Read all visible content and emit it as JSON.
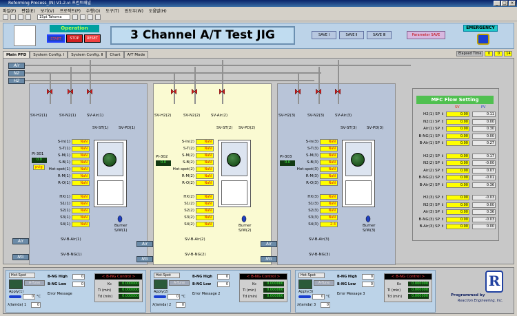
{
  "window": {
    "title": "Reforming Process_(N) V1.2.vi 프런트패널"
  },
  "menu": [
    "파일(F)",
    "편집(E)",
    "보기(V)",
    "프로젝트(P)",
    "수행(O)",
    "도구(T)",
    "윈도우(W)",
    "도움말(H)"
  ],
  "toolbar": {
    "font": "15pt Tahoma"
  },
  "header": {
    "operation": "Operation",
    "start": "START",
    "stop": "STOP",
    "reset": "RESET",
    "title": "3 Channel A/T Test JIG",
    "save1": "SAVE Ⅰ",
    "save2": "SAVE Ⅱ",
    "save3": "SAVE Ⅲ",
    "param_save": "Parameter SAVE",
    "emergency": "EMERGENCY"
  },
  "tabs": [
    "Main PFD",
    "System Config. Ⅰ",
    "System Config. Ⅱ",
    "Chart",
    "A/T Mode"
  ],
  "elapsed": {
    "label": "Elapsed Time",
    "h": "0",
    "m": "0",
    "s": "14"
  },
  "gases": {
    "air": "Air",
    "n2": "N2",
    "h2": "H2",
    "ng": "NG"
  },
  "channels": [
    {
      "sv_h2": "SV-H2(1)",
      "sv_n2": "SV-N2(1)",
      "sv_air": "SV-Air(1)",
      "sv_st": "SV-ST(1)",
      "sv_pd": "SV-PD(1)",
      "pi": "PI-301",
      "pi_val": "0.0",
      "pvig": "pvig",
      "signals": [
        [
          "S-In(1)",
          "NaN"
        ],
        [
          "S-T(1)",
          "NaN"
        ],
        [
          "S-M(1)",
          "NaN"
        ],
        [
          "S-B(1)",
          "NaN"
        ],
        [
          "Hot-spot(1)",
          "NaN"
        ],
        [
          "R-M(1)",
          "NaN"
        ],
        [
          "R-O(1)",
          "NaN"
        ]
      ],
      "lower": [
        [
          "HX(1)",
          "NaN"
        ],
        [
          "S1(1)",
          "NaN"
        ],
        [
          "S2(1)",
          "NaN"
        ],
        [
          "S3(1)",
          "NaN"
        ],
        [
          "S4(1)",
          "NaN"
        ]
      ],
      "burner": "Burner",
      "sw": "S/W(1)",
      "sv_b_air": "SV-B-Air(1)",
      "sv_b_ng": "SV-B-NG(1)"
    },
    {
      "sv_h2": "SV-H2(2)",
      "sv_n2": "SV-N2(2)",
      "sv_air": "SV-Air(2)",
      "sv_st": "SV-ST(2)",
      "sv_pd": "SV-PD(2)",
      "pi": "PI-302",
      "pi_val": "0.0",
      "pvig": "",
      "signals": [
        [
          "S-In(2)",
          "NaN"
        ],
        [
          "S-T(2)",
          "NaN"
        ],
        [
          "S-M(2)",
          "NaN"
        ],
        [
          "S-B(2)",
          "NaN"
        ],
        [
          "Hot-spot(2)",
          "NaN"
        ],
        [
          "R-M(2)",
          "NaN"
        ],
        [
          "R-O(2)",
          "NaN"
        ]
      ],
      "lower": [
        [
          "HX(2)",
          "NaN"
        ],
        [
          "S1(2)",
          "NaN"
        ],
        [
          "S2(2)",
          "NaN"
        ],
        [
          "S3(2)",
          "NaN"
        ],
        [
          "S4(2)",
          "NaN"
        ]
      ],
      "burner": "Burner",
      "sw": "S/W(2)",
      "sv_b_air": "SV-B-Air(2)",
      "sv_b_ng": "SV-B-NG(2)"
    },
    {
      "sv_h2": "SV-H2(3)",
      "sv_n2": "SV-N2(3)",
      "sv_air": "SV-Air(3)",
      "sv_st": "SV-ST(3)",
      "sv_pd": "SV-PD(3)",
      "pi": "PI-303",
      "pi_val": "0.0",
      "pvig": "",
      "signals": [
        [
          "S-In(3)",
          "NaN"
        ],
        [
          "S-T(3)",
          "NaN"
        ],
        [
          "S-M(3)",
          "NaN"
        ],
        [
          "S-B(3)",
          "NaN"
        ],
        [
          "Hot-spot(3)",
          "NaN"
        ],
        [
          "R-M(3)",
          "NaN"
        ],
        [
          "R-O(3)",
          "NaN"
        ]
      ],
      "lower": [
        [
          "HX(3)",
          "NaN"
        ],
        [
          "S1(3)",
          "NaN"
        ],
        [
          "S2(3)",
          "NaN"
        ],
        [
          "S3(3)",
          "NaN"
        ],
        [
          "S4(3)",
          "2.4"
        ]
      ],
      "burner": "Burner",
      "sw": "S/W(3)",
      "sv_b_air": "SV-B-Air(3)",
      "sv_b_ng": "SV-B-NG(3)"
    }
  ],
  "mfc": {
    "title": "MFC Flow Setting",
    "sp_header": "SV",
    "pv_header": "PV",
    "rows": [
      [
        "H2(1) SP",
        "0.00",
        "0.11"
      ],
      [
        "N2(1) SP",
        "0.00",
        "0.00"
      ],
      [
        "Air(1) SP",
        "0.00",
        "0.30"
      ],
      [
        "B-NG(1) SP",
        "0.00",
        "0.00"
      ],
      [
        "B-Air(1) SP",
        "0.00",
        "0.27"
      ],
      [
        "H2(2) SP",
        "0.00",
        "0.17"
      ],
      [
        "N2(2) SP",
        "0.00",
        "-0.00"
      ],
      [
        "Air(2) SP",
        "0.00",
        "0.07"
      ],
      [
        "B-NG(2) SP",
        "0.00",
        "-0.01"
      ],
      [
        "B-Air(2) SP",
        "0.00",
        "0.36"
      ],
      [
        "H2(3) SP",
        "0.00",
        "-0.03"
      ],
      [
        "N2(3) SP",
        "0.00",
        "0.00"
      ],
      [
        "Air(3) SP",
        "0.00",
        "0.36"
      ],
      [
        "B-NG(3) SP",
        "0.00",
        "-0.03"
      ],
      [
        "B-Air(3) SP",
        "0.00",
        "0.00"
      ]
    ]
  },
  "bottom": [
    {
      "hotspot": "Hot-Spot",
      "atune": "A-Tune",
      "apply": "Apply(1)",
      "temp": "0",
      "unit": "°C",
      "lambda": "λ(lamda) 1",
      "lambda_val": "0",
      "bng_high": "B-NG High",
      "bng_high_val": "0",
      "bng_low": "B-NG Low",
      "bng_low_val": "0",
      "error": "Error Message",
      "ctl": "< B-NG Control >",
      "kc": "Kc",
      "ti": "Ti (min)",
      "td": "Td (min)",
      "kc_val": "0.000000",
      "ti_val": "0.000000",
      "td_val": "0.000000"
    },
    {
      "hotspot": "Hot-Spot",
      "atune": "A-Tune",
      "apply": "Apply(2)",
      "temp": "0",
      "unit": "°C",
      "lambda": "λ(lamda) 2",
      "lambda_val": "0",
      "bng_high": "B-NG High",
      "bng_high_val": "0",
      "bng_low": "B-NG Low",
      "bng_low_val": "0",
      "error": "Error Message 2",
      "ctl": "< B-NG Control >",
      "kc": "Kc",
      "ti": "Ti (min)",
      "td": "Td (min)",
      "kc_val": "0.000000",
      "ti_val": "0.000000",
      "td_val": "0.000000"
    },
    {
      "hotspot": "Hot-Spot",
      "atune": "A-Tune",
      "apply": "Apply(3)",
      "temp": "0",
      "unit": "°C",
      "lambda": "λ(lamda) 3",
      "lambda_val": "0",
      "bng_high": "B-NG High",
      "bng_high_val": "0",
      "bng_low": "B-NG Low",
      "bng_low_val": "0",
      "error": "Error Message 3",
      "ctl": "< B-NG Control >",
      "kc": "Kc",
      "ti": "Ti (min)",
      "td": "Td (min)",
      "kc_val": "0.000000",
      "ti_val": "0.000000",
      "td_val": "0.000000"
    }
  ],
  "footer": {
    "programmed": "Programmed by",
    "company": "Reaction Engineering, Inc.",
    "logo_letter": "R"
  },
  "colors": {
    "nan_bg": "#ffff00",
    "nan_fg": "#e02000",
    "mfc_title": "#50c050",
    "channel_a": "#b8c4d8",
    "channel_b": "#fafad2"
  }
}
